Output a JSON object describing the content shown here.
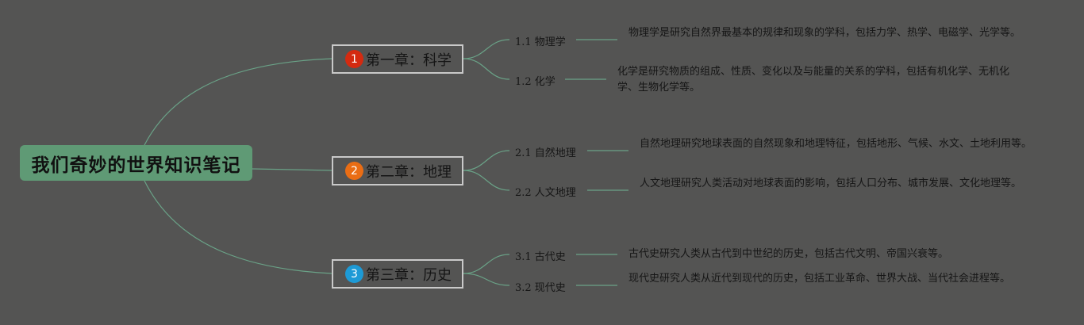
{
  "root": {
    "title": "我们奇妙的世界知识笔记"
  },
  "chapters": [
    {
      "number": "1",
      "badge_color": "#d42a10",
      "title": "第一章：科学",
      "topics": [
        {
          "label": "1.1 物理学",
          "desc": "物理学是研究自然界最基本的规律和现象的学科，包括力学、热学、电磁学、光学等。"
        },
        {
          "label": "1.2 化学",
          "desc": "化学是研究物质的组成、性质、变化以及与能量的关系的学科，包括有机化学、无机化学、生物化学等。"
        }
      ]
    },
    {
      "number": "2",
      "badge_color": "#ea6d14",
      "title": "第二章：地理",
      "topics": [
        {
          "label": "2.1 自然地理",
          "desc": "自然地理研究地球表面的自然现象和地理特征，包括地形、气候、水文、土地利用等。"
        },
        {
          "label": "2.2 人文地理",
          "desc": "人文地理研究人类活动对地球表面的影响，包括人口分布、城市发展、文化地理等。"
        }
      ]
    },
    {
      "number": "3",
      "badge_color": "#1d9ad6",
      "title": "第三章：历史",
      "topics": [
        {
          "label": "3.1 古代史",
          "desc": "古代史研究人类从古代到中世纪的历史，包括古代文明、帝国兴衰等。"
        },
        {
          "label": "3.2 现代史",
          "desc": "现代史研究人类从近代到现代的历史，包括工业革命、世界大战、当代社会进程等。"
        }
      ]
    }
  ],
  "colors": {
    "background": "#545453",
    "connector": "#6aa287",
    "root_fill": "#5f9a75",
    "chapter_border": "#c9c9c9"
  }
}
